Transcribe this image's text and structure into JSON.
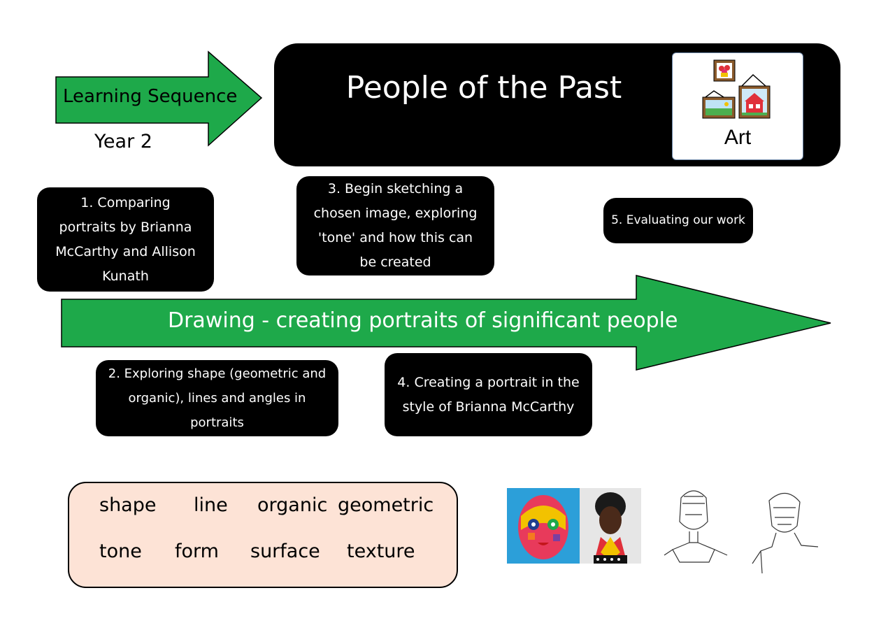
{
  "header": {
    "sequence_label": "Learning Sequence",
    "year": "Year 2",
    "title": "People of the Past",
    "subject": "Art"
  },
  "steps": [
    {
      "text": "1. Comparing portraits by Brianna McCarthy and Allison Kunath"
    },
    {
      "text": "2. Exploring shape (geometric and organic), lines and angles in portraits"
    },
    {
      "text": "3. Begin sketching a chosen image, exploring 'tone' and how this can be created"
    },
    {
      "text": "4. Creating a portrait in the style of Brianna McCarthy"
    },
    {
      "text": "5.  Evaluating our work"
    }
  ],
  "theme": "Drawing - creating portraits of significant people",
  "vocabulary": [
    "shape",
    "line",
    "organic",
    "geometric",
    "tone",
    "form",
    "surface",
    "texture"
  ],
  "colors": {
    "green": "#1ea94a",
    "black": "#000000",
    "vocab_bg": "#fde3d6"
  },
  "icons": [
    "art-frames-icon",
    "colorful-portrait-image",
    "beaded-portrait-image",
    "sketch-portrait-image"
  ]
}
